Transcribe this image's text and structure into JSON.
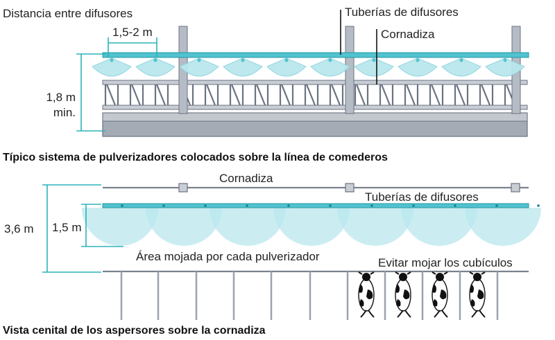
{
  "colors": {
    "pipe": "#4fc3cf",
    "spray": "#b9e7ee",
    "spray_edge": "#8fd4de",
    "dimension": "#2bb3b8",
    "steel": "#9aa2ad",
    "steel_dark": "#6a7380",
    "text": "#222222"
  },
  "top": {
    "spacing_label": "Distancia entre difusores",
    "spacing_value": "1,5-2 m",
    "pipe_label": "Tuberías de difusores",
    "headlock_label": "Cornadiza",
    "height_value": "1,8 m",
    "height_min": "min.",
    "caption": "Típico sistema de pulverizadores colocados sobre la línea de comederos"
  },
  "bottom": {
    "headlock_label": "Cornadiza",
    "pipe_label": "Tuberías de difusores",
    "width_total": "3,6 m",
    "width_spray": "1,5 m",
    "wetted_area_label": "Área mojada por cada pulverizador",
    "avoid_label": "Evitar mojar los cubículos",
    "caption": "Vista cenital de los aspersores sobre la cornadiza"
  }
}
